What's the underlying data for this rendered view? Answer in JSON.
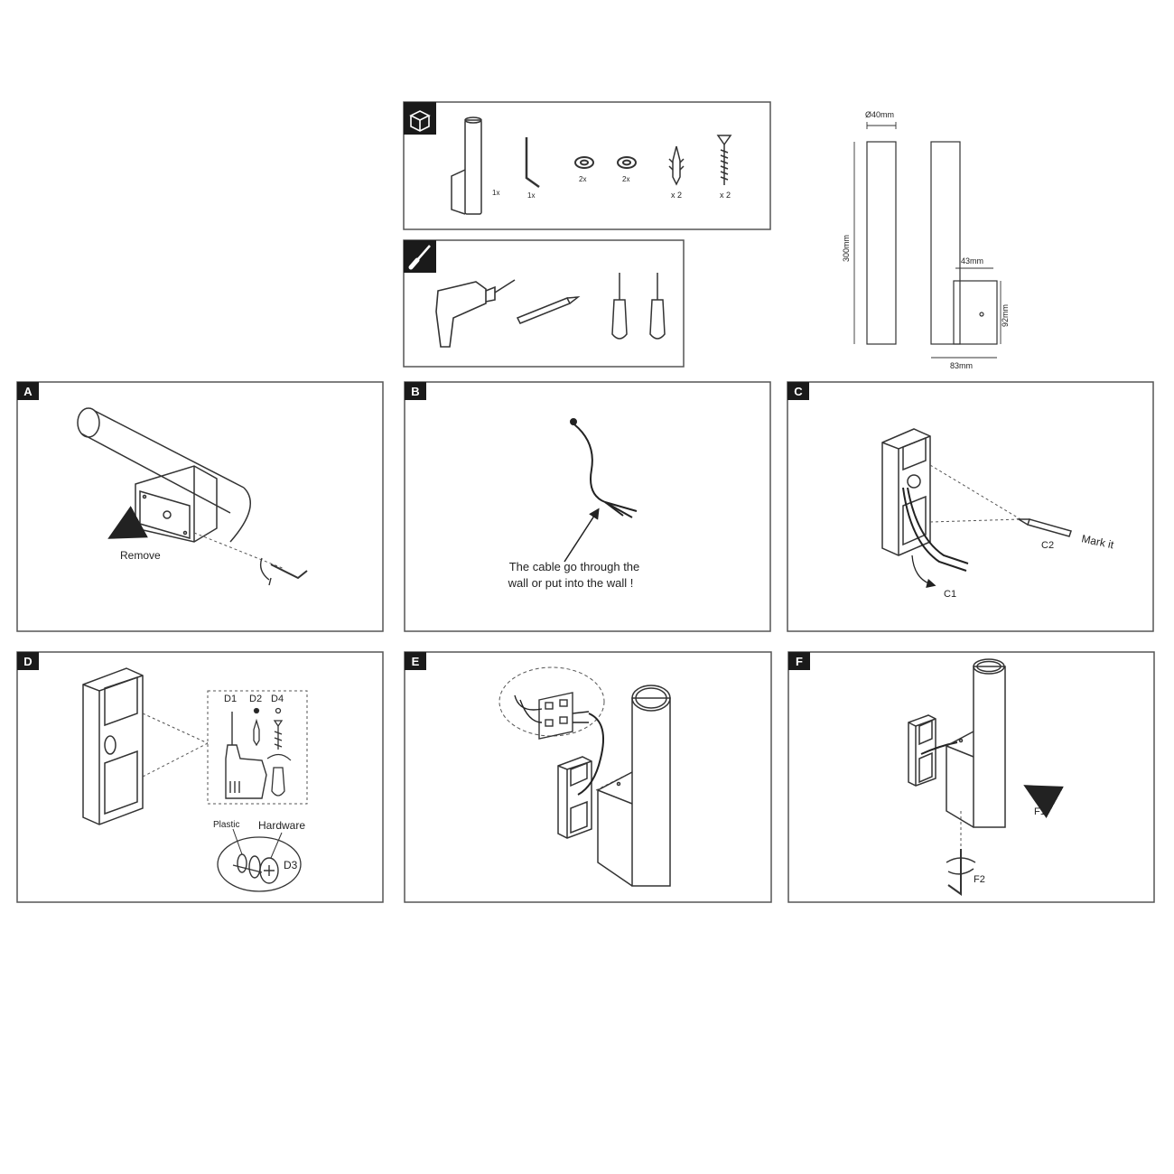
{
  "parts_panel": {
    "qty": [
      "1x",
      "1x",
      "2x",
      "2x",
      "x 2",
      "x 2"
    ]
  },
  "dimensions": {
    "diameter": "Ø40mm",
    "height": "300mm",
    "bracket_width": "43mm",
    "bracket_height": "92mm",
    "depth": "83mm"
  },
  "steps": {
    "a": {
      "badge": "A",
      "remove": "Remove"
    },
    "b": {
      "badge": "B",
      "note_line1": "The cable go through the",
      "note_line2": "wall or put into the wall !"
    },
    "c": {
      "badge": "C",
      "c1": "C1",
      "c2": "C2",
      "mark": "Mark it"
    },
    "d": {
      "badge": "D",
      "d1": "D1",
      "d2": "D2",
      "d4": "D4",
      "plastic": "Plastic",
      "hardware": "Hardware",
      "d3": "D3"
    },
    "e": {
      "badge": "E"
    },
    "f": {
      "badge": "F",
      "f1": "F1",
      "f2": "F2"
    }
  }
}
